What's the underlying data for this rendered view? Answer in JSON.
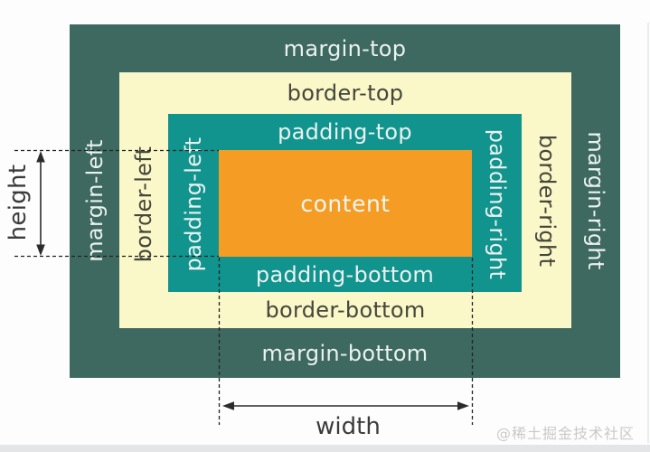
{
  "diagram": {
    "margin": {
      "top_label": "margin-top",
      "bottom_label": "margin-bottom",
      "left_label": "margin-left",
      "right_label": "margin-right"
    },
    "border": {
      "top_label": "border-top",
      "bottom_label": "border-bottom",
      "left_label": "border-left",
      "right_label": "border-right"
    },
    "padding": {
      "top_label": "padding-top",
      "bottom_label": "padding-bottom",
      "left_label": "padding-left",
      "right_label": "padding-right"
    },
    "content_label": "content",
    "height_label": "height",
    "width_label": "width"
  },
  "watermark": "@稀土掘金技术社区",
  "colors": {
    "margin_area": "#3D6961",
    "border_area": "#FAF7C9",
    "padding_area": "#11948E",
    "content_area": "#F59C24",
    "light_label": "#EBF1EF",
    "dark_label": "#45463C",
    "annotation_line": "#2B2B2B",
    "watermark_text": "#C9C9C9"
  }
}
